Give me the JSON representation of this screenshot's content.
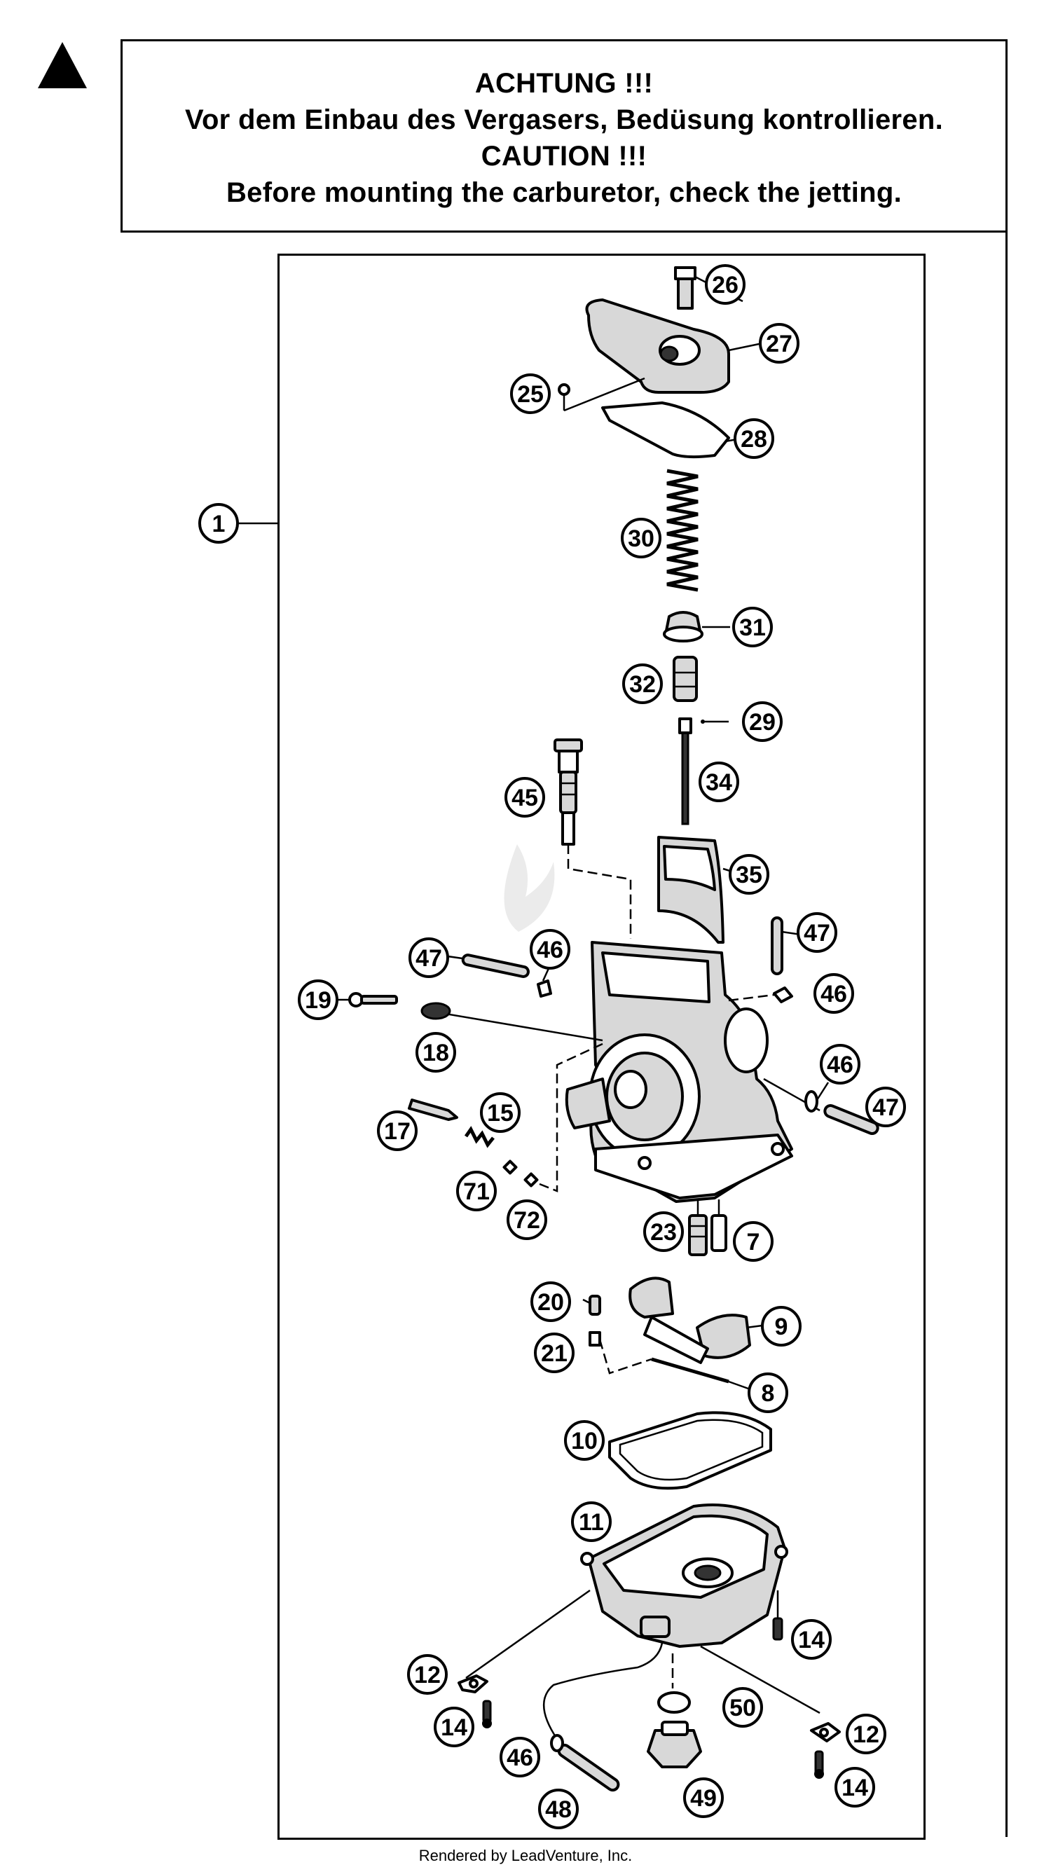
{
  "caution": {
    "line1": "ACHTUNG !!!",
    "line2": "Vor dem Einbau des Vergasers, Bedüsung kontrollieren.",
    "line3": "CAUTION !!!",
    "line4": "Before mounting the carburetor, check the jetting."
  },
  "icons": {
    "warning": "warning-triangle-icon"
  },
  "callouts": {
    "c1": "1",
    "c26": "26",
    "c27": "27",
    "c25": "25",
    "c28": "28",
    "c30": "30",
    "c31": "31",
    "c32": "32",
    "c29": "29",
    "c34": "34",
    "c45": "45",
    "c35": "35",
    "c47a": "47",
    "c46a": "46",
    "c47b": "47",
    "c46b": "46",
    "c19": "19",
    "c18": "18",
    "c46c": "46",
    "c47c": "47",
    "c17": "17",
    "c15": "15",
    "c71": "71",
    "c72": "72",
    "c23": "23",
    "c7": "7",
    "c20": "20",
    "c9": "9",
    "c21": "21",
    "c8": "8",
    "c10": "10",
    "c11": "11",
    "c14a": "14",
    "c12a": "12",
    "c14b": "14",
    "c50": "50",
    "c12b": "12",
    "c46d": "46",
    "c49": "49",
    "c14c": "14",
    "c48": "48"
  },
  "footer": "Rendered by LeadVenture, Inc."
}
